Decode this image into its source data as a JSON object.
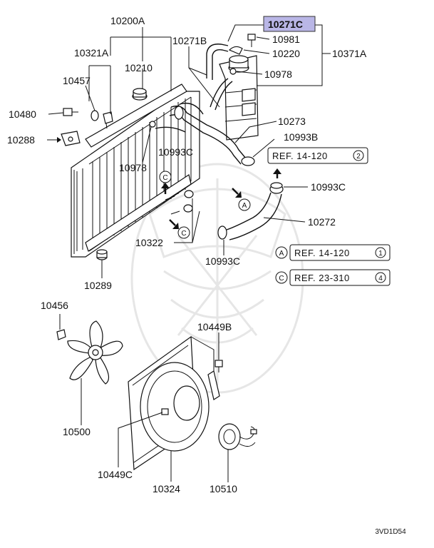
{
  "labels": {
    "p10200A": "10200A",
    "p10271C": "10271C",
    "p10981": "10981",
    "p10321A": "10321A",
    "p10271B": "10271B",
    "p10220": "10220",
    "p10371A": "10371A",
    "p10210": "10210",
    "p10457": "10457",
    "p10978a": "10978",
    "p10480": "10480",
    "p10273": "10273",
    "p10993Ba": "10993B",
    "p10288": "10288",
    "p10993Ca": "10993C",
    "p10978b": "10978",
    "p10993Cb": "10993C",
    "p10272": "10272",
    "p10322": "10322",
    "p10993Cc": "10993C",
    "p10289": "10289",
    "p10456": "10456",
    "p10449B": "10449B",
    "p10500": "10500",
    "p10449C": "10449C",
    "p10324": "10324",
    "p10510": "10510"
  },
  "refs": {
    "ref1": "REF. 14-120",
    "ref1_num": "2",
    "ref2_tag": "A",
    "ref2": "REF. 14-120",
    "ref2_num": "1",
    "ref3_tag": "C",
    "ref3": "REF. 23-310",
    "ref3_num": "4"
  },
  "markers": {
    "a": "A",
    "c1": "C",
    "c2": "C"
  },
  "footer": {
    "code": "3VD1D54"
  },
  "colors": {
    "highlight": "#b9b6e6",
    "ink": "#111111"
  }
}
